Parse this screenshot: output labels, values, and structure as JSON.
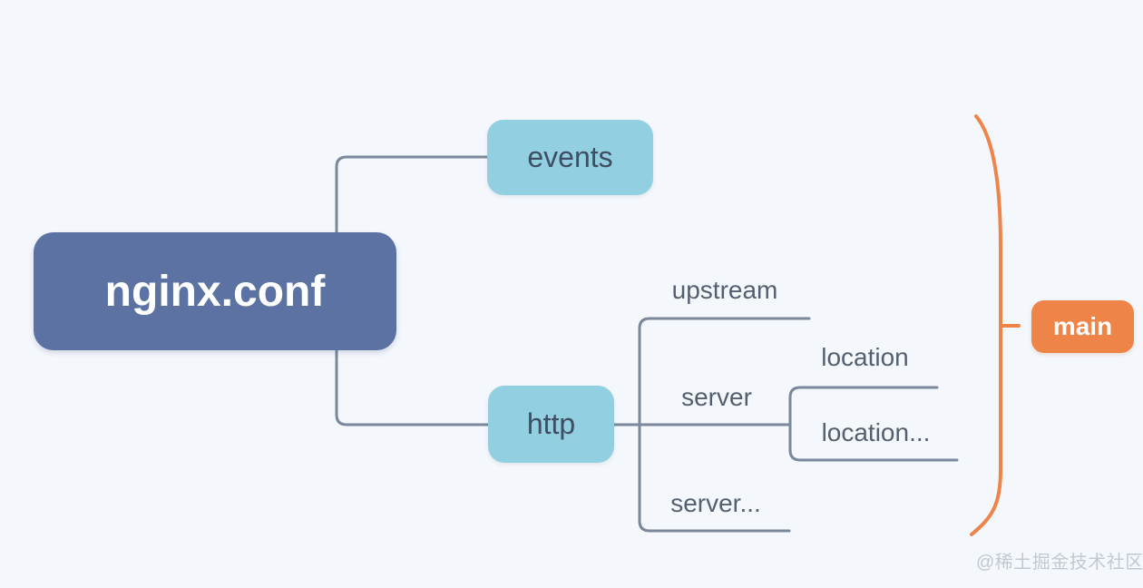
{
  "mindmap": {
    "root": "nginx.conf",
    "events": "events",
    "http": "http",
    "upstream": "upstream",
    "server": "server",
    "location": "location",
    "location_more": "location...",
    "server_more": "server...",
    "scope_label": "main"
  },
  "colors": {
    "background": "#f4f7fc",
    "root_bg": "#5b72a3",
    "root_text": "#ffffff",
    "child_bg": "#92cfe0",
    "child_text": "#3f4e63",
    "label_text": "#55606f",
    "connector": "#7b879a",
    "accent_orange": "#ee8447",
    "watermark_text": "#c3c7d1"
  },
  "watermark": "@稀土掘金技术社区"
}
